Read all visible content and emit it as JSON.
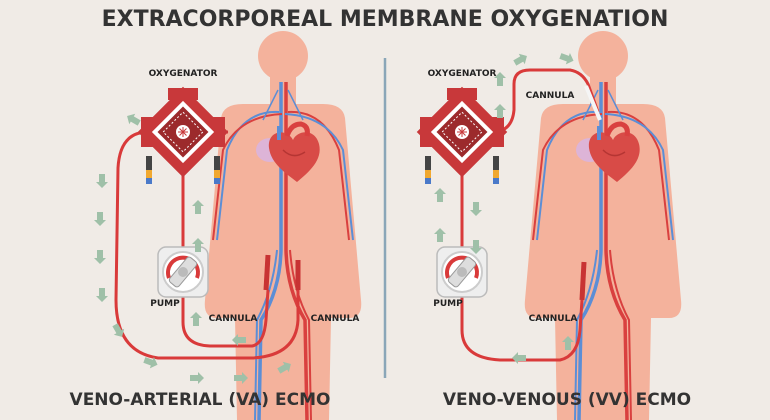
{
  "title": "EXTRACORPOREAL MEMBRANE OXYGENATION",
  "panels": {
    "va": {
      "caption": "VENO-ARTERIAL (VA) ECMO",
      "oxygenator_label": "OXYGENATOR",
      "pump_label": "PUMP",
      "cannula_label_1": "CANNULA",
      "cannula_label_2": "CANNULA"
    },
    "vv": {
      "caption": "VENO-VENOUS (VV) ECMO",
      "oxygenator_label": "OXYGENATOR",
      "pump_label": "PUMP",
      "cannula_label_1": "CANNULA",
      "cannula_label_2": "CANNULA"
    }
  },
  "colors": {
    "background": "#f0ebe6",
    "body": "#f4b29c",
    "tube": "#d93a3a",
    "vein": "#5b8ed6",
    "artery": "#d9403f",
    "heart": "#d84b47",
    "arrow": "#9fc0a8",
    "divider": "#8aa6b8",
    "oxygenator": "#c8383a"
  },
  "icons": [
    "oxygenator-icon",
    "pump-icon",
    "heart-icon",
    "flow-arrow-icon"
  ]
}
